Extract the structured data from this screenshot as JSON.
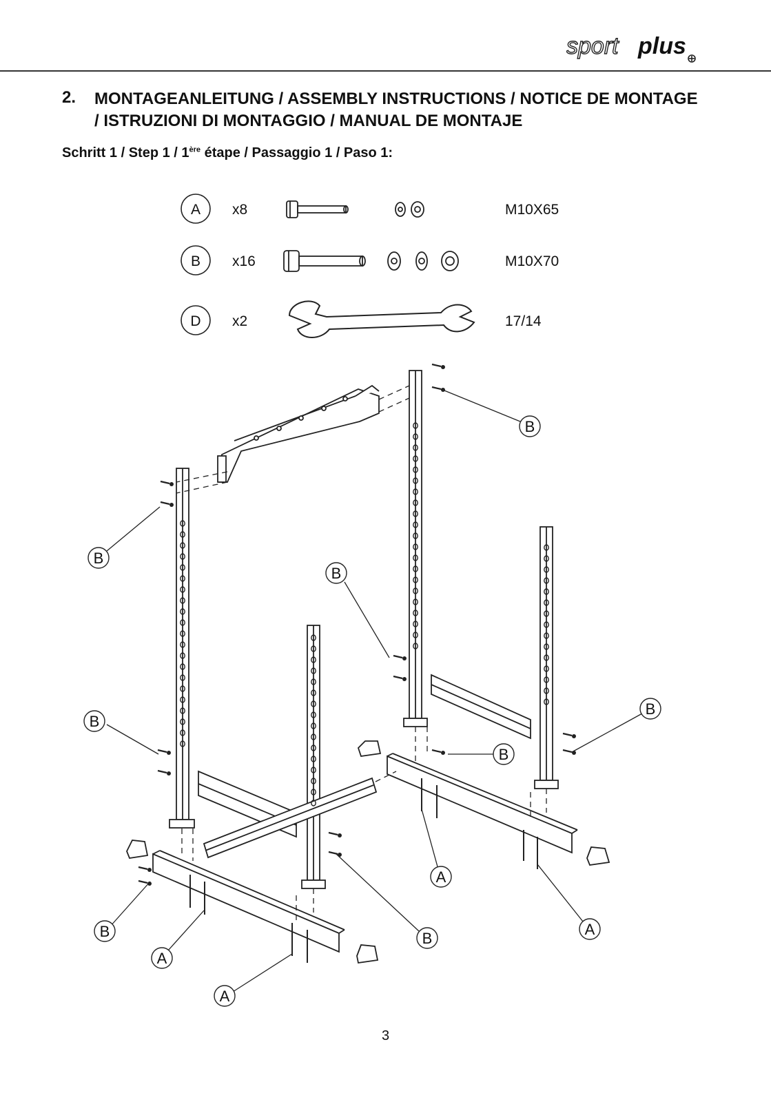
{
  "header": {
    "logo_text_light": "sport",
    "logo_text_bold": "plus"
  },
  "section": {
    "number": "2.",
    "title": "MONTAGEANLEITUNG / ASSEMBLY INSTRUCTIONS / NOTICE DE MONTAGE / ISTRUZIONI DI MONTAGGIO / MANUAL DE MONTAJE"
  },
  "step": {
    "prefix": "Schritt 1 / Step 1 / 1",
    "superscript": "ère",
    "suffix": " étape / Passaggio 1 / Paso 1:"
  },
  "parts": [
    {
      "letter": "A",
      "qty": "x8",
      "spec": "M10X65",
      "icon": "short-bolt-with-washer-and-nut-icon"
    },
    {
      "letter": "B",
      "qty": "x16",
      "spec": "M10X70",
      "icon": "long-bolt-with-washers-and-nut-icon"
    },
    {
      "letter": "D",
      "qty": "x2",
      "spec": "17/14",
      "icon": "open-end-wrench-icon"
    }
  ],
  "callouts": {
    "a": "A",
    "b": "B"
  },
  "page_number": "3"
}
